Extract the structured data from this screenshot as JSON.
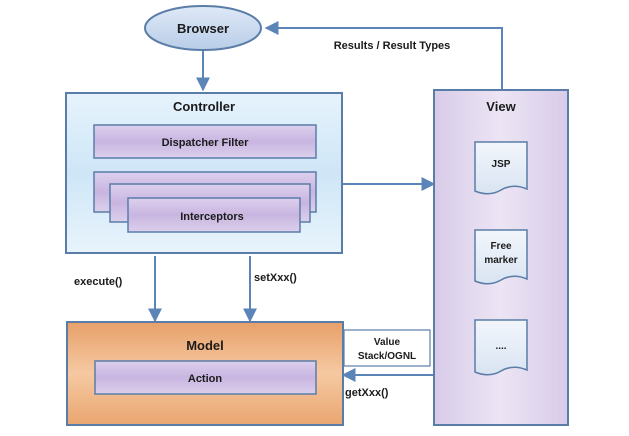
{
  "browser": {
    "label": "Browser"
  },
  "controller": {
    "title": "Controller",
    "dispatcher_label": "Dispatcher Filter",
    "interceptors_label": "Interceptors"
  },
  "view": {
    "title": "View",
    "docs": [
      {
        "line1": "JSP",
        "line2": ""
      },
      {
        "line1": "Free",
        "line2": "marker"
      },
      {
        "line1": "....",
        "line2": ""
      }
    ]
  },
  "model": {
    "title": "Model",
    "action_label": "Action"
  },
  "arrows": {
    "results": "Results / Result Types",
    "execute": "execute()",
    "setxxx": "setXxx()",
    "getxxx": "getXxx()"
  },
  "value_stack": {
    "line1": "Value",
    "line2": "Stack/OGNL"
  },
  "colors": {
    "outline": "#5a7da8",
    "arrow": "#5b84b8",
    "browser_fill": "#c9daf0",
    "controller_fill": "#cfe6f7",
    "view_fill": "#e3d9ef",
    "model_fill": "#f2b98a",
    "inner_box_fill": "#d2c2e6"
  }
}
